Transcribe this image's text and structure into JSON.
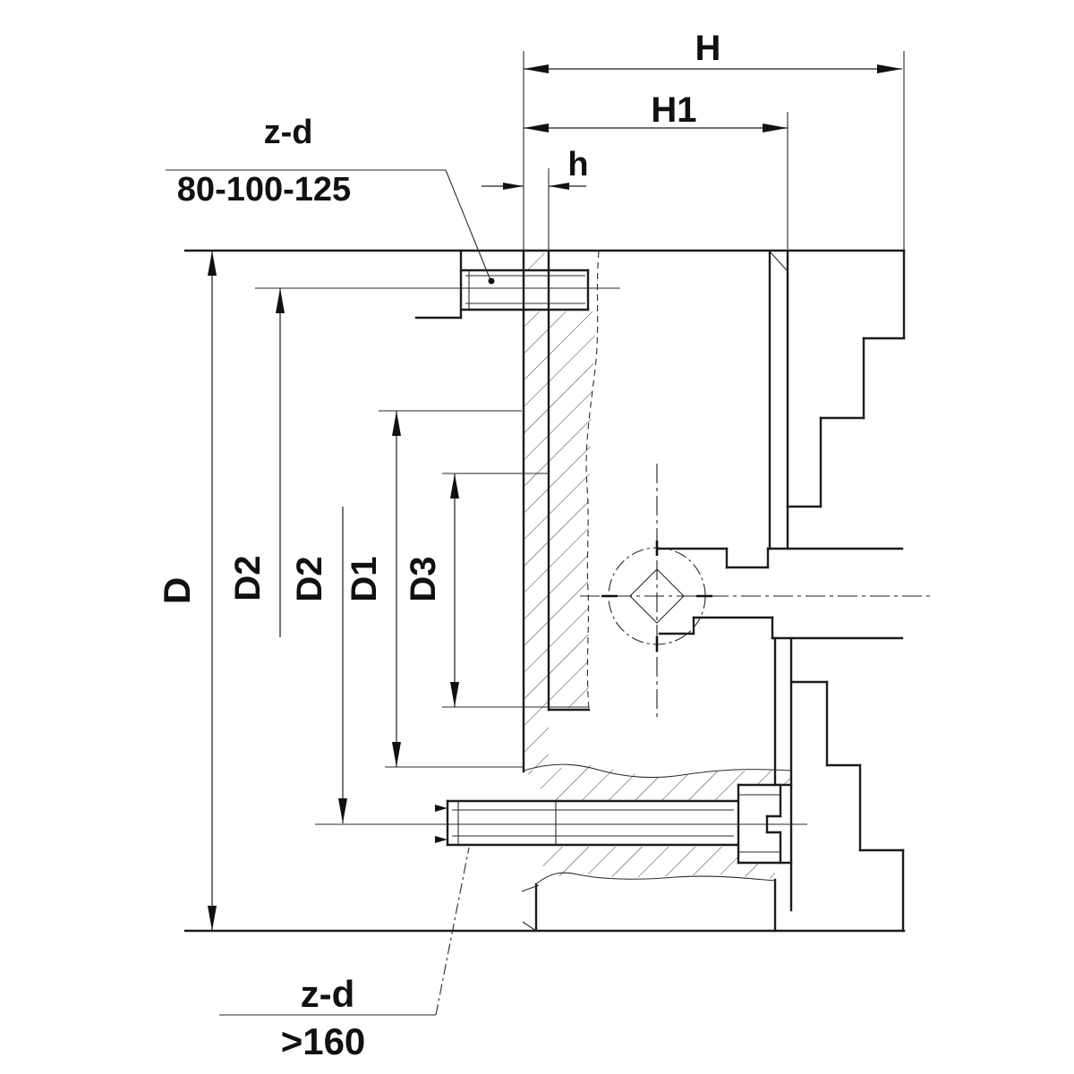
{
  "drawing": {
    "type": "technical-drawing",
    "subject": "Self-centering lathe chuck with adapter back plate, cross-section",
    "background_color": "#ffffff",
    "line_color": "#1c1c1c",
    "dimensions": {
      "overall_depth": "H",
      "body_depth": "H1",
      "plate_gap": "h",
      "outer_diameter": "D",
      "bolt_circle_upper": "D2",
      "bolt_circle_lower": "D2",
      "recess_diameter": "D1",
      "spigot_diameter": "D3"
    },
    "callouts": {
      "top_bolt": {
        "line1": "z-d",
        "line2": "80-100-125"
      },
      "bottom_bolt": {
        "line1": "z-d",
        "line2": ">160"
      }
    }
  }
}
